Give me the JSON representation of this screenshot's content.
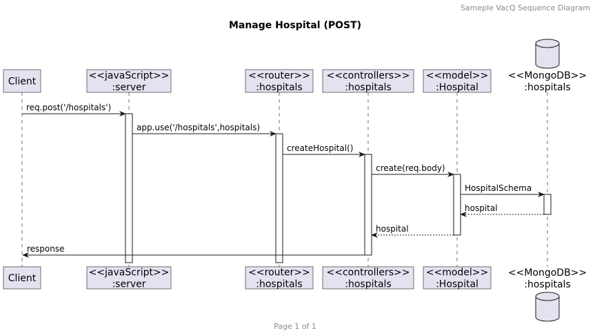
{
  "header": {
    "text": "Sameple VacQ Sequence Diagram"
  },
  "title": "Manage Hospital (POST)",
  "footer": "Page 1 of 1",
  "participants": [
    {
      "id": "client",
      "kind": "box",
      "lines": [
        "Client"
      ]
    },
    {
      "id": "server",
      "kind": "box",
      "lines": [
        "<<javaScript>>",
        ":server"
      ]
    },
    {
      "id": "router",
      "kind": "box",
      "lines": [
        "<<router>>",
        ":hospitals"
      ]
    },
    {
      "id": "controllers",
      "kind": "box",
      "lines": [
        "<<controllers>>",
        ":hospitals"
      ]
    },
    {
      "id": "model",
      "kind": "box",
      "lines": [
        "<<model>>",
        ":Hospital"
      ]
    },
    {
      "id": "mongodb",
      "kind": "database",
      "lines": [
        "<<MongoDB>>",
        ":hospitals"
      ]
    }
  ],
  "messages": [
    {
      "from": "client",
      "to": "server",
      "label": "req.post('/hospitals')",
      "kind": "call"
    },
    {
      "from": "server",
      "to": "router",
      "label": "app.use('/hospitals',hospitals)",
      "kind": "call"
    },
    {
      "from": "router",
      "to": "controllers",
      "label": "createHospital()",
      "kind": "call"
    },
    {
      "from": "controllers",
      "to": "model",
      "label": "create(req.body)",
      "kind": "call"
    },
    {
      "from": "model",
      "to": "mongodb",
      "label": "HospitalSchema",
      "kind": "call"
    },
    {
      "from": "mongodb",
      "to": "model",
      "label": "hospital",
      "kind": "return"
    },
    {
      "from": "model",
      "to": "controllers",
      "label": "hospital",
      "kind": "return"
    },
    {
      "from": "controllers",
      "to": "client",
      "label": "response",
      "kind": "call"
    }
  ],
  "colors": {
    "participant_fill": "#E2E2F0",
    "line": "#181818",
    "activation_fill": "#FFFFFF",
    "muted_text": "#888888"
  }
}
